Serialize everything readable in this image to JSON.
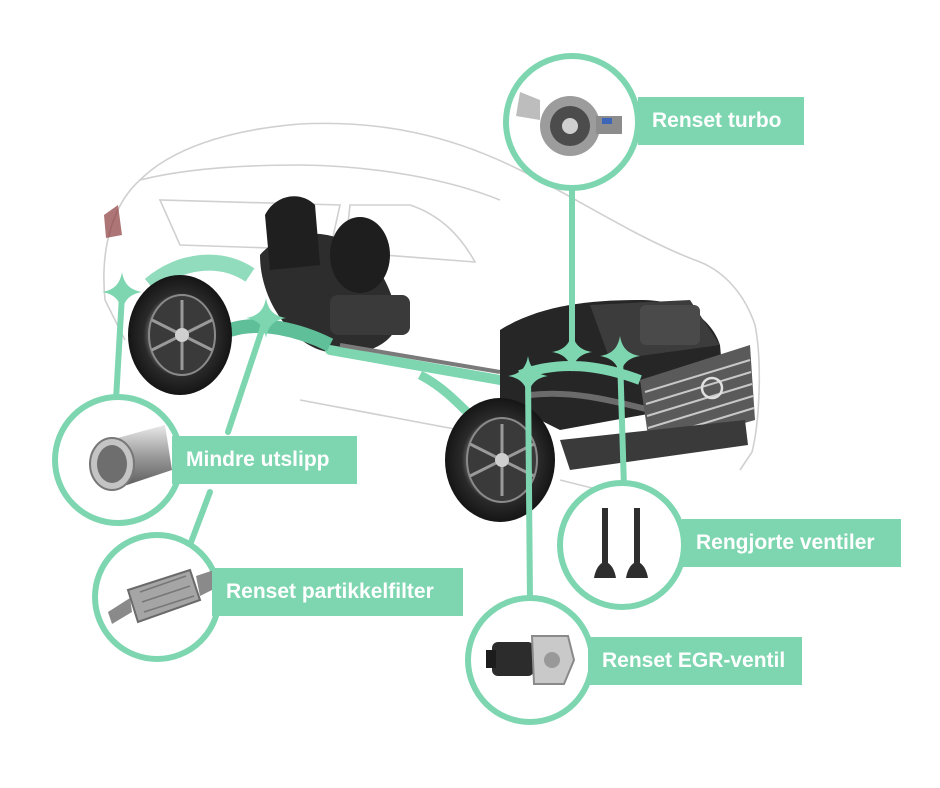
{
  "colors": {
    "accent": "#7dd6b0",
    "label_text": "#ffffff",
    "outline": "#d6d6d6",
    "chassis": "#2a2a2a"
  },
  "callouts": [
    {
      "id": "turbo",
      "label": "Renset turbo",
      "icon": "turbocharger-icon"
    },
    {
      "id": "exhaust",
      "label": "Mindre utslipp",
      "icon": "exhaust-pipe-icon"
    },
    {
      "id": "valves",
      "label": "Rengjorte ventiler",
      "icon": "engine-valves-icon"
    },
    {
      "id": "dpf",
      "label": "Renset partikkelfilter",
      "icon": "particle-filter-icon"
    },
    {
      "id": "egr",
      "label": "Renset EGR-ventil",
      "icon": "egr-valve-icon"
    }
  ]
}
